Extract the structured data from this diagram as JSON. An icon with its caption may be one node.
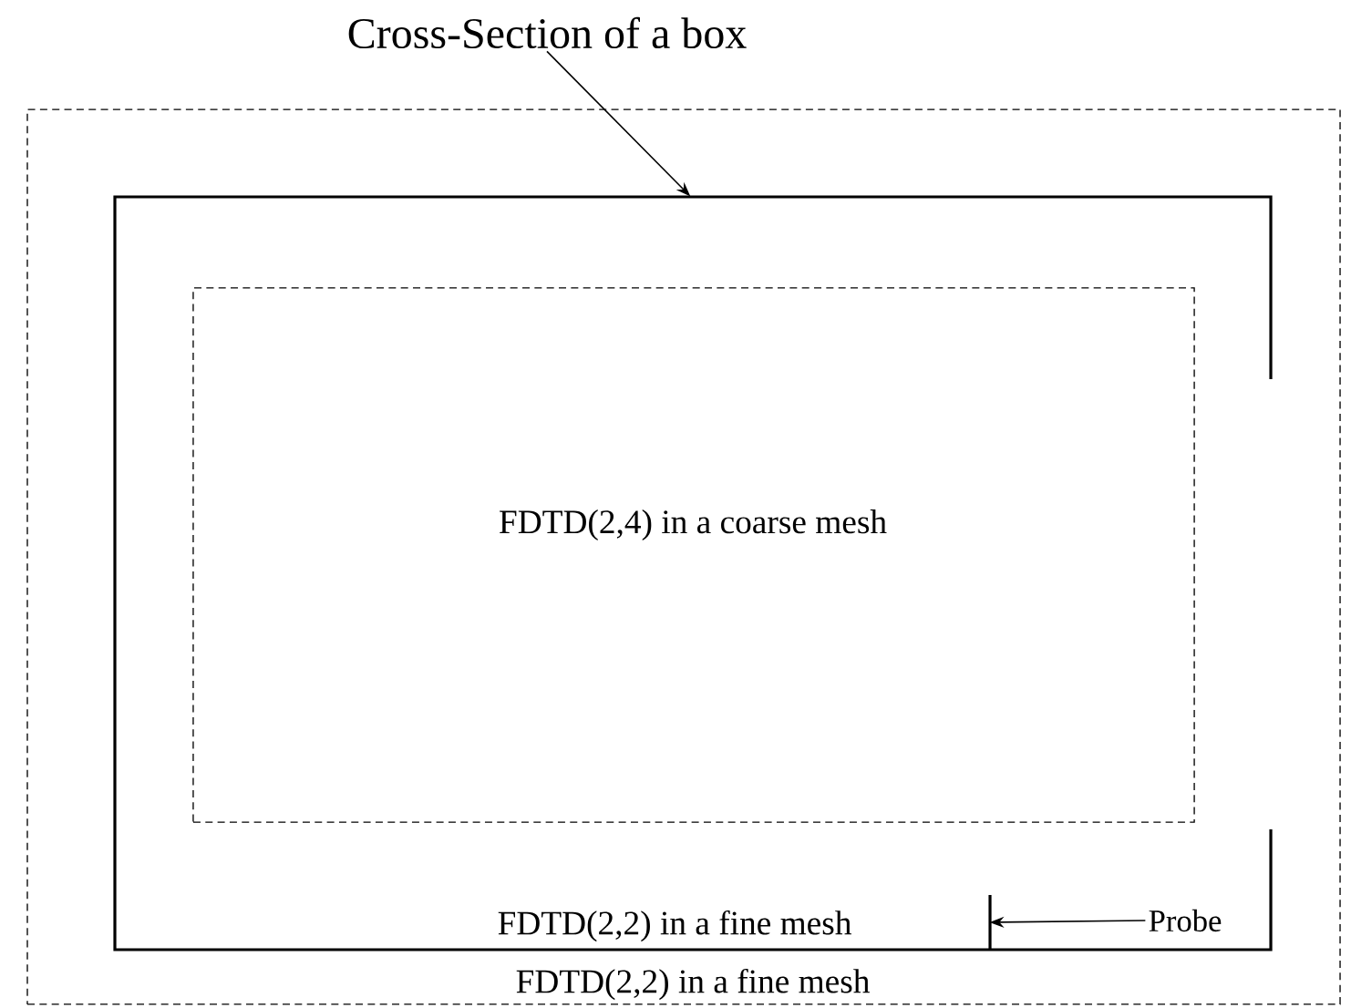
{
  "diagram": {
    "nodes": [
      {
        "text": [
          "FDTD(2,2) in a fine mesh"
        ]
      },
      {
        "text": [
          "FDTD(2,2) in a fine mesh"
        ],
        "in": 0
      },
      {
        "text": [
          "FDTD(2,4) in a coarse mesh"
        ],
        "in": 1
      },
      {
        "text": [
          "Cross-Section of a box"
        ]
      },
      {
        "text": [],
        "shape": "bar",
        "in": 1
      },
      {
        "text": [
          "Probe"
        ],
        "in": 1
      }
    ],
    "edges": [
      {
        "from": 3,
        "to": 1,
        "arrow": "to"
      },
      {
        "from": 5,
        "to": 4,
        "arrow": "to"
      }
    ]
  }
}
